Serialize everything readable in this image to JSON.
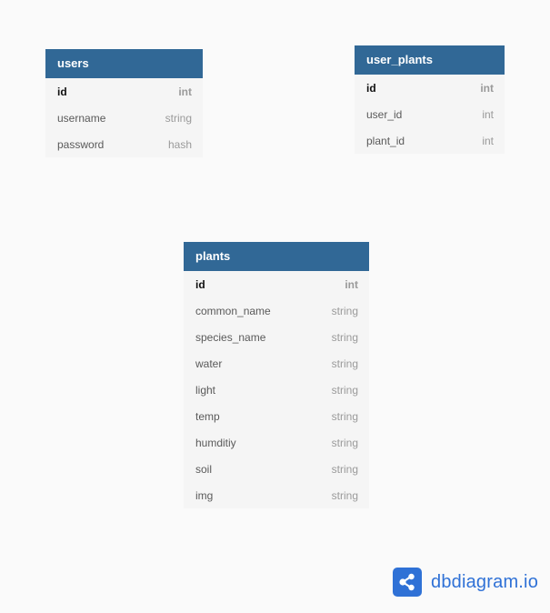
{
  "tables": [
    {
      "name": "users",
      "fields": [
        {
          "name": "id",
          "type": "int",
          "pk": true
        },
        {
          "name": "username",
          "type": "string",
          "pk": false
        },
        {
          "name": "password",
          "type": "hash",
          "pk": false
        }
      ]
    },
    {
      "name": "user_plants",
      "fields": [
        {
          "name": "id",
          "type": "int",
          "pk": true
        },
        {
          "name": "user_id",
          "type": "int",
          "pk": false
        },
        {
          "name": "plant_id",
          "type": "int",
          "pk": false
        }
      ]
    },
    {
      "name": "plants",
      "fields": [
        {
          "name": "id",
          "type": "int",
          "pk": true
        },
        {
          "name": "common_name",
          "type": "string",
          "pk": false
        },
        {
          "name": "species_name",
          "type": "string",
          "pk": false
        },
        {
          "name": "water",
          "type": "string",
          "pk": false
        },
        {
          "name": "light",
          "type": "string",
          "pk": false
        },
        {
          "name": "temp",
          "type": "string",
          "pk": false
        },
        {
          "name": "humditiy",
          "type": "string",
          "pk": false
        },
        {
          "name": "soil",
          "type": "string",
          "pk": false
        },
        {
          "name": "img",
          "type": "string",
          "pk": false
        }
      ]
    }
  ],
  "brand": {
    "text": "dbdiagram.io",
    "icon": "share-nodes-icon",
    "color": "#2f71d6"
  },
  "colors": {
    "header": "#316896",
    "table_body": "#f5f5f5",
    "background": "#fafafa"
  }
}
